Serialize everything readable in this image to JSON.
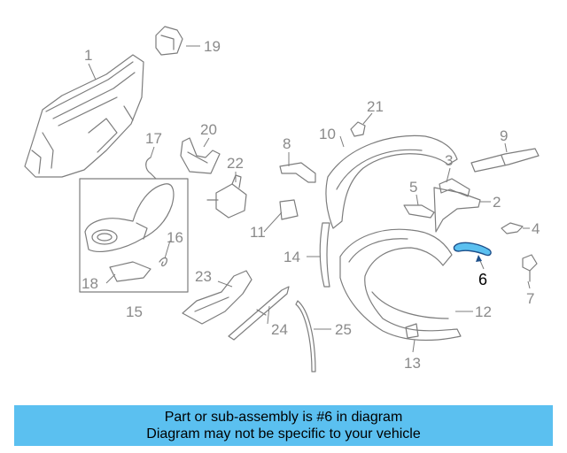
{
  "diagram": {
    "part_numbers": [
      "1",
      "2",
      "3",
      "4",
      "5",
      "6",
      "7",
      "8",
      "9",
      "10",
      "11",
      "12",
      "13",
      "14",
      "15",
      "16",
      "17",
      "18",
      "19",
      "20",
      "21",
      "22",
      "23",
      "24",
      "25"
    ],
    "highlighted": "6",
    "highlight_color": "#5bc0f0",
    "line_color": "#7d7d7d"
  },
  "footer": {
    "line1": "Part or sub-assembly is #6 in diagram",
    "line2": "Diagram may not be specific to your vehicle",
    "background": "#5bc0f0"
  }
}
